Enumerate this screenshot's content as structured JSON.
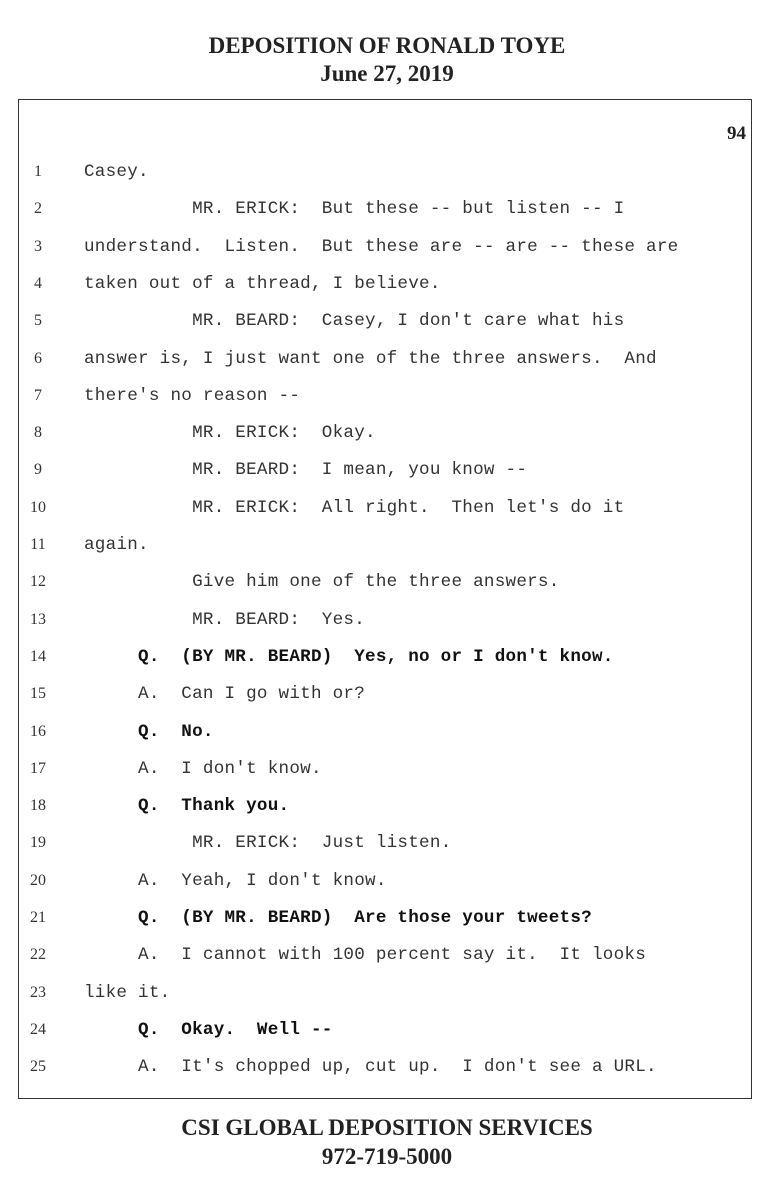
{
  "header": {
    "title": "DEPOSITION OF RONALD TOYE",
    "date": "June 27, 2019"
  },
  "page_number": "94",
  "transcript": [
    {
      "num": "1",
      "text": "Casey.",
      "bold": false
    },
    {
      "num": "2",
      "text": "          MR. ERICK:  But these -- but listen -- I",
      "bold": false
    },
    {
      "num": "3",
      "text": "understand.  Listen.  But these are -- are -- these are",
      "bold": false
    },
    {
      "num": "4",
      "text": "taken out of a thread, I believe.",
      "bold": false
    },
    {
      "num": "5",
      "text": "          MR. BEARD:  Casey, I don't care what his",
      "bold": false
    },
    {
      "num": "6",
      "text": "answer is, I just want one of the three answers.  And",
      "bold": false
    },
    {
      "num": "7",
      "text": "there's no reason --",
      "bold": false
    },
    {
      "num": "8",
      "text": "          MR. ERICK:  Okay.",
      "bold": false
    },
    {
      "num": "9",
      "text": "          MR. BEARD:  I mean, you know --",
      "bold": false
    },
    {
      "num": "10",
      "text": "          MR. ERICK:  All right.  Then let's do it",
      "bold": false
    },
    {
      "num": "11",
      "text": "again.",
      "bold": false
    },
    {
      "num": "12",
      "text": "          Give him one of the three answers.",
      "bold": false
    },
    {
      "num": "13",
      "text": "          MR. BEARD:  Yes.",
      "bold": false
    },
    {
      "num": "14",
      "text": "     Q.  (BY MR. BEARD)  Yes, no or I don't know.",
      "bold": true
    },
    {
      "num": "15",
      "text": "     A.  Can I go with or?",
      "bold": false
    },
    {
      "num": "16",
      "text": "     Q.  No.",
      "bold": true
    },
    {
      "num": "17",
      "text": "     A.  I don't know.",
      "bold": false
    },
    {
      "num": "18",
      "text": "     Q.  Thank you.",
      "bold": true
    },
    {
      "num": "19",
      "text": "          MR. ERICK:  Just listen.",
      "bold": false
    },
    {
      "num": "20",
      "text": "     A.  Yeah, I don't know.",
      "bold": false
    },
    {
      "num": "21",
      "text": "     Q.  (BY MR. BEARD)  Are those your tweets?",
      "bold": true
    },
    {
      "num": "22",
      "text": "     A.  I cannot with 100 percent say it.  It looks",
      "bold": false
    },
    {
      "num": "23",
      "text": "like it.",
      "bold": false
    },
    {
      "num": "24",
      "text": "     Q.  Okay.  Well --",
      "bold": true
    },
    {
      "num": "25",
      "text": "     A.  It's chopped up, cut up.  I don't see a URL.",
      "bold": false
    }
  ],
  "footer": {
    "company": "CSI GLOBAL DEPOSITION SERVICES",
    "phone": "972-719-5000"
  }
}
